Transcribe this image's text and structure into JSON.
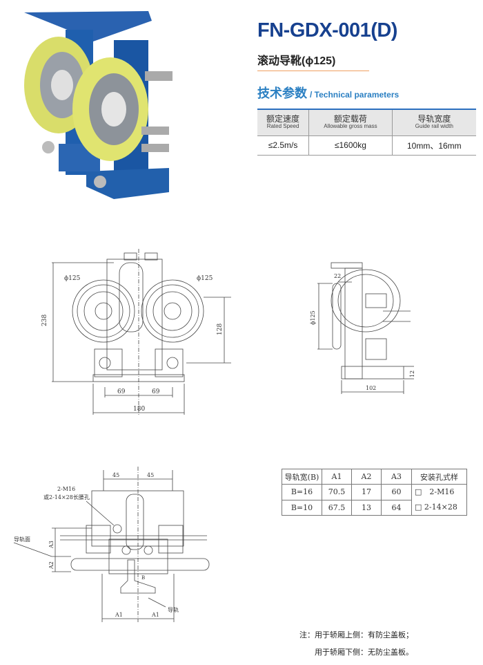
{
  "title": "FN-GDX-001(D)",
  "subtitle": "滚动导靴(ϕ125)",
  "section": {
    "zh": "技术参数",
    "en": "/ Technical parameters"
  },
  "spec_table": {
    "headers": [
      {
        "zh": "额定速度",
        "en": "Rated Speed"
      },
      {
        "zh": "额定载荷",
        "en": "Allowable gross mass"
      },
      {
        "zh": "导轨宽度",
        "en": "Guide rail width"
      }
    ],
    "values": [
      "≤2.5m/s",
      "≤1600kg",
      "10mm、16mm"
    ]
  },
  "front_view": {
    "dia_left": "ϕ125",
    "dia_right": "ϕ125",
    "height": "238",
    "center": "128",
    "half_left": "69",
    "half_right": "69",
    "width": "180"
  },
  "side_view": {
    "top": "22",
    "dia": "ϕ125",
    "width": "102",
    "base": "12"
  },
  "bottom_view": {
    "left": "45",
    "right": "45",
    "hole": "2-M16",
    "hole_alt": "或2-14×28长腰孔",
    "rail_face": "导轨面",
    "a3": "A3",
    "a2": "A2",
    "rail": "导轨",
    "a1_left": "A1",
    "a1_right": "A1",
    "b": "B"
  },
  "dim_table": {
    "headers": [
      "导轨宽(B)",
      "A1",
      "A2",
      "A3",
      "安装孔式样"
    ],
    "rows": [
      [
        "B=16",
        "70.5",
        "17",
        "60"
      ],
      [
        "B=10",
        "67.5",
        "13",
        "64"
      ]
    ],
    "options": [
      "□　2-M16",
      "□ 2-14×28"
    ]
  },
  "notes": [
    "注：用于轿厢上侧：有防尘盖板；",
    "用于轿厢下侧：无防尘盖板。"
  ],
  "colors": {
    "brand": "#17418f",
    "accent": "#2a7fc2",
    "rule": "#f0a060",
    "bracket": "#1f5fae",
    "wheel": "#d9dd6a"
  }
}
